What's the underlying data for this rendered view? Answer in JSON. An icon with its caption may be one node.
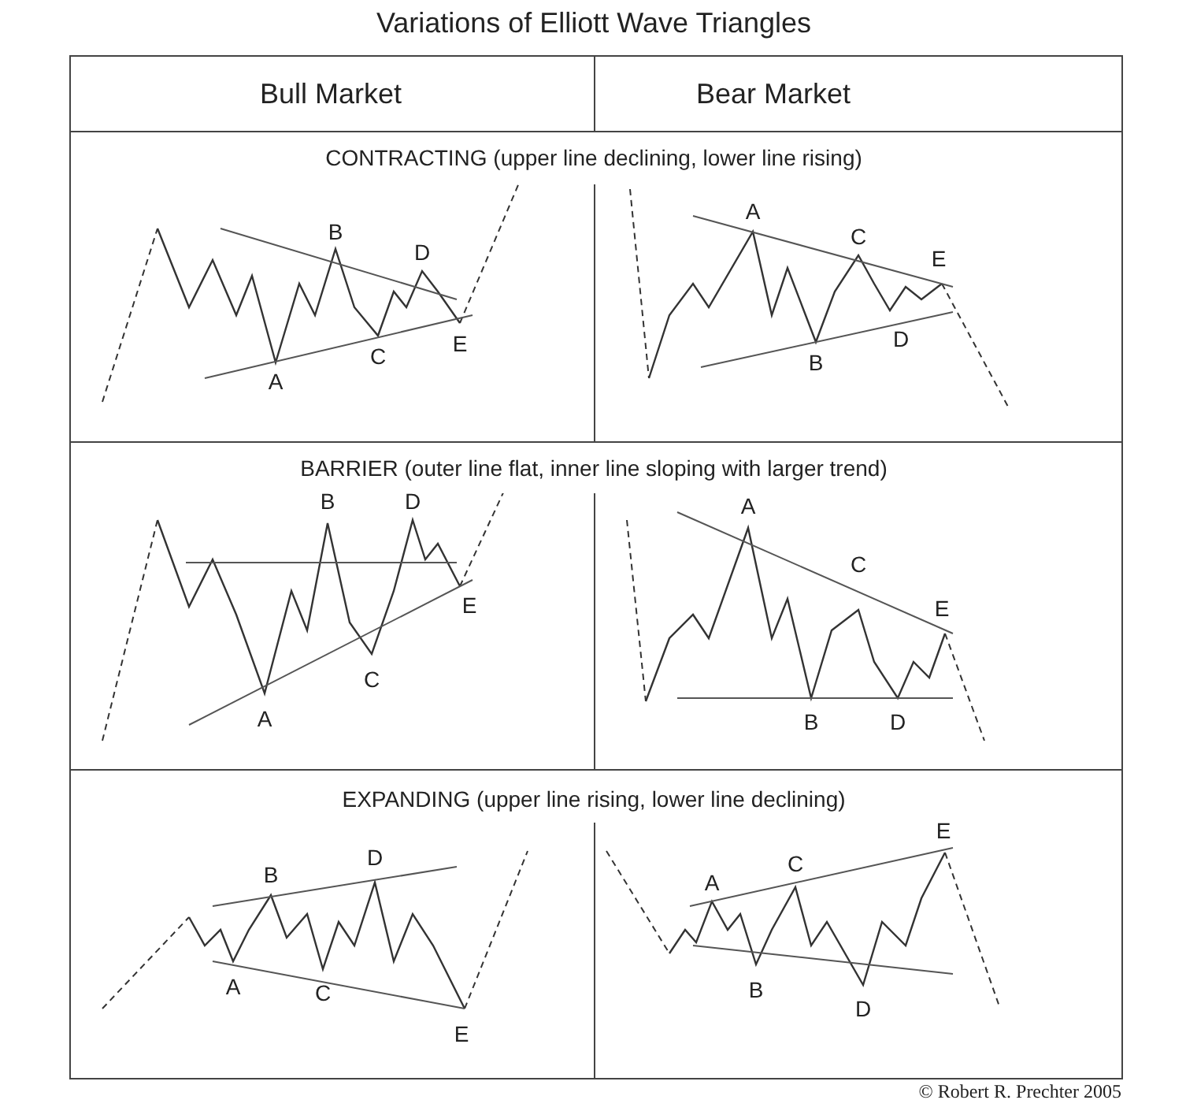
{
  "diagram": {
    "title": "Variations of Elliott Wave Triangles",
    "labels": [
      "Bull Market",
      "Bear Market",
      "CONTRACTING (upper line declining, lower line rising)",
      "B",
      "D",
      "A",
      "C",
      "E",
      "A",
      "C",
      "E",
      "B",
      "D",
      "BARRIER (outer line flat, inner line sloping with larger trend)",
      "B",
      "D",
      "A",
      "C",
      "E",
      "A",
      "C",
      "E",
      "B",
      "D",
      "EXPANDING  (upper line rising, lower line declining)",
      "B",
      "D",
      "A",
      "C",
      "E",
      "A",
      "C",
      "E",
      "B",
      "D",
      "© Robert R. Prechter 2005"
    ]
  }
}
